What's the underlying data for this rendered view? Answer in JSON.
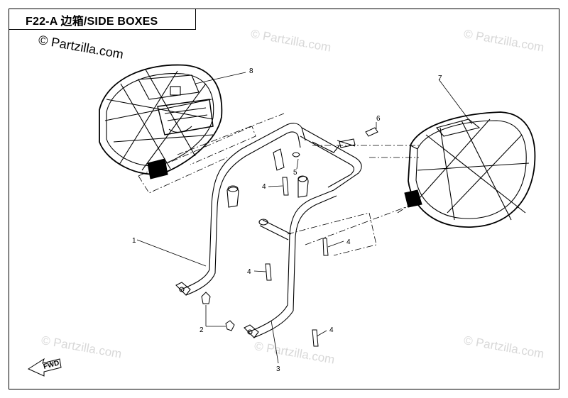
{
  "diagram": {
    "code": "F22-A",
    "title": "边箱/SIDE BOXES",
    "brand": "© Partzilla.com",
    "watermark": "© Partzilla.com",
    "direction_label": "FWD",
    "callouts": {
      "frame_left": "1",
      "bolt_a": "2",
      "frame_right": "3",
      "screw_upper": "4",
      "screw_left": "4",
      "screw_mid": "4",
      "screw_bottom": "4",
      "nut": "5",
      "bracket_bolt": "6",
      "right_case": "7",
      "left_case": "8"
    }
  }
}
